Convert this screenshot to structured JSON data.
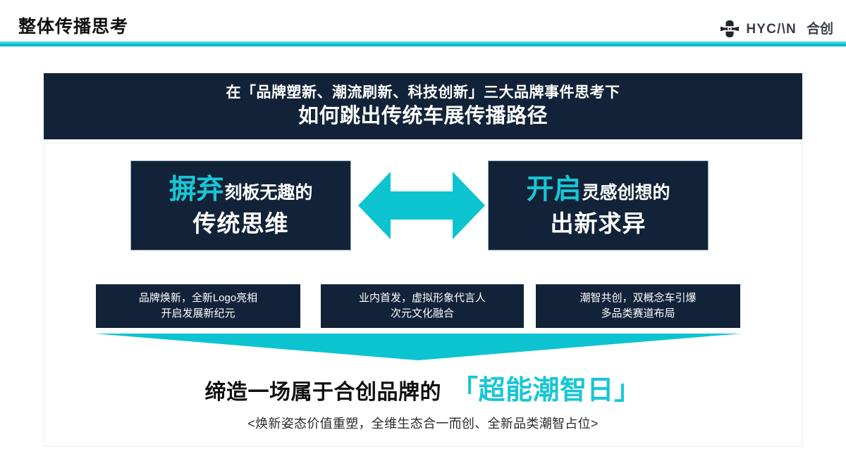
{
  "header": {
    "title": "整体传播思考",
    "rule_color": "#00c0cc",
    "logo": {
      "mark_name": "hycan-logo-mark",
      "wordmark": "HYC/\\N",
      "wordmark_cn": "合创"
    }
  },
  "banner": {
    "line1": "在「品牌塑新、潮流刷新、科技创新」三大品牌事件思考下",
    "line2": "如何跳出传统车展传播路径",
    "background": "#122339"
  },
  "cards": [
    {
      "accent": "摒弃",
      "rest": "刻板无趣的",
      "line2": "传统思维",
      "accent_color": "#18c6d4"
    },
    {
      "accent": "开启",
      "rest": "灵感创想的",
      "line2": "出新求异",
      "accent_color": "#18c6d4"
    }
  ],
  "arrow": {
    "name": "double-headed-arrow",
    "color": "#0cc4d0",
    "direction": "left-right"
  },
  "event_boxes": [
    {
      "line1": "品牌焕新，全新Logo亮相",
      "line2": "开启发展新纪元"
    },
    {
      "line1": "业内首发，虚拟形象代言人",
      "line2": "次元文化融合"
    },
    {
      "line1": "潮智共创，双概念车引爆",
      "line2": "多品类赛道布局"
    }
  ],
  "chevron": {
    "name": "down-chevron",
    "color": "#0cc4d0"
  },
  "conclusion": {
    "prefix": "缔造一场属于合创品牌的",
    "highlight": "「超能潮智日」",
    "highlight_color": "#18c6d4",
    "subtitle": "<焕新姿态价值重塑，全维生态合一而创、全新品类潮智占位>"
  }
}
